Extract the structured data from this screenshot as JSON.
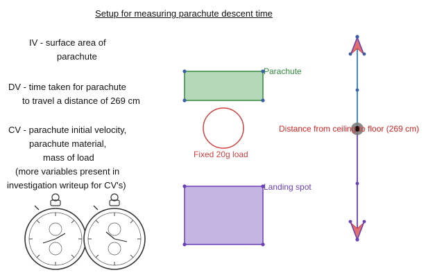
{
  "title": "Setup for measuring parachute descent time",
  "iv": {
    "line1": "IV - surface area of",
    "line2": "parachute"
  },
  "dv": {
    "line1": "DV - time taken for parachute",
    "line2": "to travel a distance of 269 cm"
  },
  "cv": {
    "line1": "CV  - parachute initial velocity,",
    "line2": "parachute material,",
    "line3": "mass of load",
    "line4": "(more variables present in",
    "line5": "investigation writeup for CV's)"
  },
  "parachute_label": "Parachute",
  "load_label": "Fixed 20g load",
  "landing_label": "Landing spot",
  "distance_label": "Distance from ceiling to floor (269 cm)",
  "colors": {
    "parachute_fill": "#b5d8b9",
    "parachute_stroke": "#2e8b3a",
    "landing_fill": "#c4b5e3",
    "landing_stroke": "#6a3fb5",
    "load_stroke": "#d04040",
    "arrow_blue": "#2d7ec0",
    "arrow_purple": "#6a3fb5",
    "vertex": "#3a5fa8"
  },
  "icons": [
    "stopwatch-icon",
    "stopwatch-icon"
  ]
}
